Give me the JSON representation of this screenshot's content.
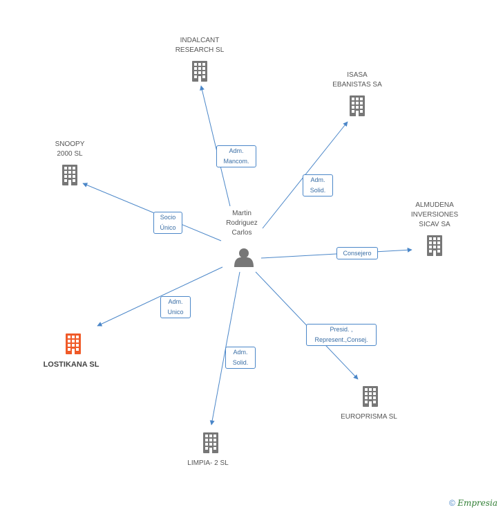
{
  "center": {
    "name_lines": [
      "Martin",
      "Rodriguez",
      "Carlos"
    ]
  },
  "companies": [
    {
      "id": "indalcant",
      "lines": [
        "INDALCANT",
        "RESEARCH  SL"
      ],
      "highlight": false
    },
    {
      "id": "isasa",
      "lines": [
        "ISASA",
        "EBANISTAS SA"
      ],
      "highlight": false
    },
    {
      "id": "snoopy",
      "lines": [
        "SNOOPY",
        "2000 SL"
      ],
      "highlight": false
    },
    {
      "id": "almudena",
      "lines": [
        "ALMUDENA",
        "INVERSIONES",
        "SICAV SA"
      ],
      "highlight": false
    },
    {
      "id": "lostikana",
      "lines": [
        "LOSTIKANA SL"
      ],
      "highlight": true
    },
    {
      "id": "europrisma",
      "lines": [
        "EUROPRISMA SL"
      ],
      "highlight": false
    },
    {
      "id": "limpia",
      "lines": [
        "LIMPIA- 2 SL"
      ],
      "highlight": false
    }
  ],
  "edges": [
    {
      "to": "indalcant",
      "lines": [
        "Adm.",
        "Mancom."
      ]
    },
    {
      "to": "isasa",
      "lines": [
        "Adm.",
        "Solid."
      ]
    },
    {
      "to": "snoopy",
      "lines": [
        "Socio",
        "Único"
      ]
    },
    {
      "to": "almudena",
      "lines": [
        "Consejero"
      ]
    },
    {
      "to": "lostikana",
      "lines": [
        "Adm.",
        "Unico"
      ]
    },
    {
      "to": "europrisma",
      "lines": [
        "Presid. ,",
        "Represent.,Consej."
      ]
    },
    {
      "to": "limpia",
      "lines": [
        "Adm.",
        "Solid."
      ]
    }
  ],
  "colors": {
    "edge": "#4a86c8",
    "building": "#777777",
    "building_highlight": "#f05a28",
    "person": "#777777"
  },
  "watermark": {
    "symbol": "©",
    "brand": "Empresia"
  }
}
